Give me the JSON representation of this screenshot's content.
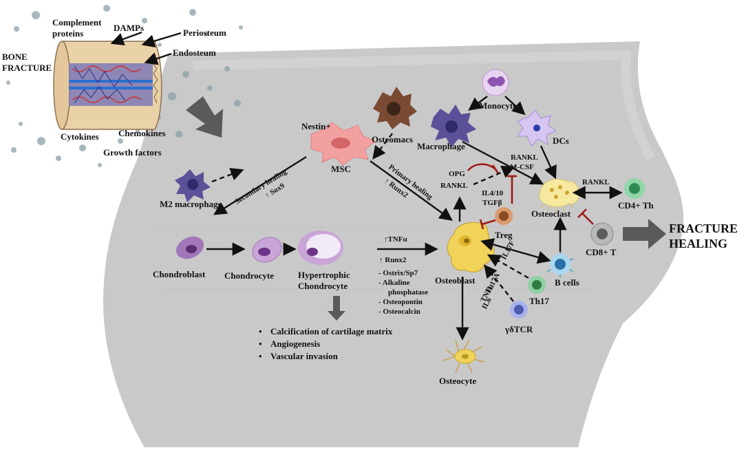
{
  "bone": {
    "complement": [
      "Complement",
      "proteins"
    ],
    "damps": "DAMPs",
    "periosteum": "Periosteum",
    "endosteum": "Endosteum",
    "bone_fracture": [
      "BONE",
      "FRACTURE"
    ],
    "cytokines": "Cytokines",
    "chemokines": "Chemokines",
    "growth_factors": "Growth factors"
  },
  "cells": {
    "nestin": "Nestin+",
    "msc": "MSC",
    "osteomacs": "Osteomacs",
    "monocyte": "Monocyte",
    "macrophage": "Macrophage",
    "dcs": "DCs",
    "m2": "M2 macrophage",
    "chondroblast": "Chondroblast",
    "chondrocyte": "Chondrocyte",
    "hypertrophic": [
      "Hypertrophic",
      "Chondrocyte"
    ],
    "osteoblast": "Osteoblast",
    "osteoclast": "Osteoclast",
    "osteocyte": "Osteocyte",
    "treg": "Treg",
    "b_cells": "B cells",
    "th17": "Th17",
    "gd_tcr": "γδTCR",
    "cd4": "CD4+ Th",
    "cd8": "CD8+ T"
  },
  "pathways": {
    "secondary": "Secondary healing",
    "sox9": "↑ Sox9",
    "primary": "Primary healing",
    "runx2_primary": "↑ Runx2"
  },
  "factors": {
    "opg": "OPG",
    "rankl_left": "RANKL",
    "il4_10": "IL4/10",
    "tgfb": "TGFβ",
    "rankl_mcsf": [
      "RANKL",
      "M-CSF"
    ],
    "rankl_right": "RANKL",
    "tnfa_up": "↑TNFα",
    "runx2_up": "↑ Runx2",
    "markers": [
      "- Ostrix/Sp7",
      "- Alkaline",
      "phosphatase",
      "- Osteopontin",
      "- Osteocalcin"
    ],
    "il17f": "IL17F",
    "il17a": "IL17A",
    "tnfa": "TNFα",
    "il6": "IL6"
  },
  "outcomes": [
    "Calcification of cartilage matrix",
    "Angiogenesis",
    "Vascular invasion"
  ],
  "result": [
    "FRACTURE",
    "HEALING"
  ],
  "colors": {
    "background_shape": "#c9c9c9",
    "arrow": "#111111",
    "inhibition": "#a01818",
    "big_arrow": "#5a5a5a",
    "msc": "#f3a0a0",
    "osteoblast": "#f2d35a",
    "osteoclast": "#f7e8a0",
    "macrophage": "#5a5199",
    "osteomac": "#7a4a33",
    "chondro": "#a277b8",
    "treg": "#b0653a",
    "b_cell": "#3b9ec9",
    "th17": "#3c9e5a",
    "gd_tcr": "#5a6fbf",
    "cd4": "#3daa66",
    "cd8": "#6e6e6e"
  }
}
